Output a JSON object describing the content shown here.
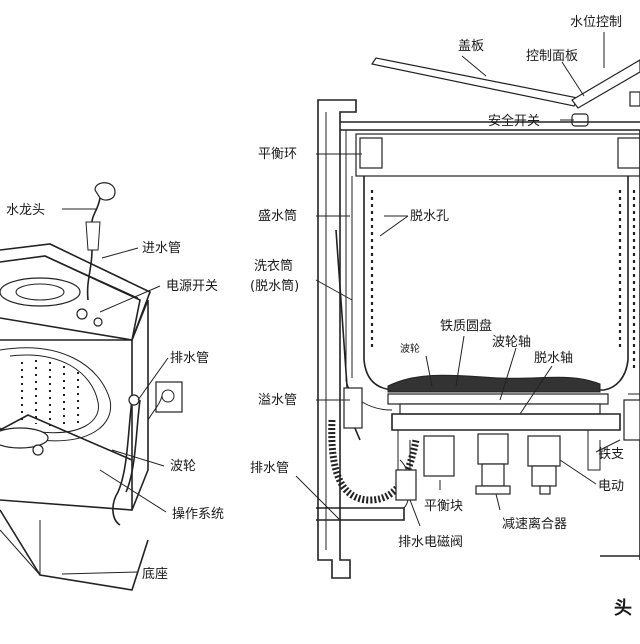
{
  "left_diagram": {
    "labels": {
      "faucet": "水龙头",
      "inlet_pipe": "进水管",
      "power_switch": "电源开关",
      "drain_pipe": "排水管",
      "pulsator": "波轮",
      "control_system": "操作系统",
      "base": "底座"
    }
  },
  "right_diagram": {
    "labels": {
      "lid": "盖板",
      "water_level_control": "水位控制",
      "control_panel": "控制面板",
      "safety_switch": "安全开关",
      "balance_ring": "平衡环",
      "overflow_tub": "盛水筒",
      "dewatering_holes": "脱水孔",
      "wash_tub_line1": "洗衣筒",
      "wash_tub_line2": "(脱水筒)",
      "iron_disc": "铁质圆盘",
      "pulsator_small": "波轮",
      "pulsator_shaft": "波轮轴",
      "dewatering_shaft": "脱水轴",
      "overflow_pipe": "溢水管",
      "drain_pipe": "排水管",
      "iron_bracket": "铁支",
      "motor": "电动",
      "balance_block": "平衡块",
      "reducer_clutch": "减速离合器",
      "drain_valve": "排水电磁阀"
    }
  },
  "watermark": "头"
}
